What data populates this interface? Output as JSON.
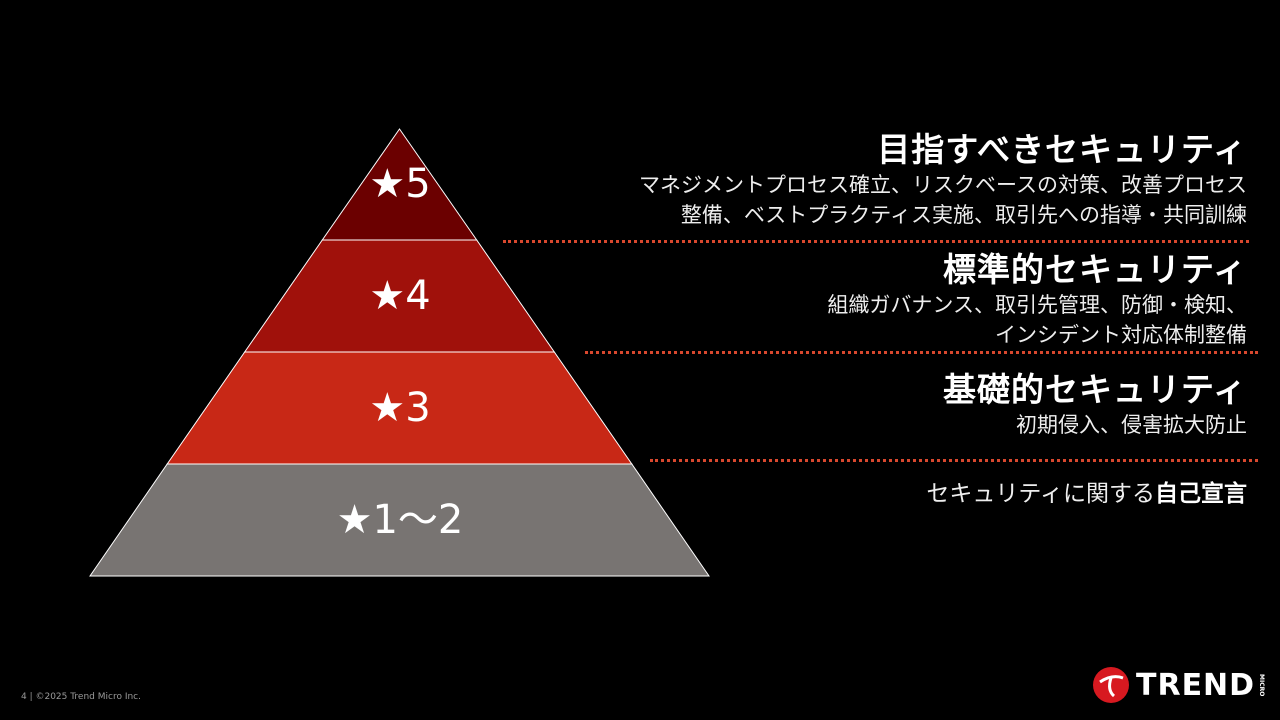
{
  "pyramid": {
    "levels": [
      {
        "label": "★5",
        "color": "#6b0000"
      },
      {
        "label": "★4",
        "color": "#a0110b"
      },
      {
        "label": "★3",
        "color": "#c82816"
      },
      {
        "label": "★1〜2",
        "color": "#787472"
      }
    ]
  },
  "tiers": [
    {
      "title": "目指すべきセキュリティ",
      "desc": [
        "マネジメントプロセス確立、リスクベースの対策、改善プロセス",
        "整備、ベストプラクティス実施、取引先への指導・共同訓練"
      ]
    },
    {
      "title": "標準的セキュリティ",
      "desc": [
        "組織ガバナンス、取引先管理、防御・検知、",
        "インシデント対応体制整備"
      ]
    },
    {
      "title": "基礎的セキュリティ",
      "desc": [
        "初期侵入、侵害拡大防止"
      ]
    },
    {
      "prefix": "セキュリティに関する",
      "bold": "自己宣言"
    }
  ],
  "footer": "4 | ©2025 Trend Micro Inc.",
  "logo": {
    "text": "TREND",
    "micro": "MICRO",
    "color": "#d71920"
  },
  "divider_color": "#d9482e"
}
